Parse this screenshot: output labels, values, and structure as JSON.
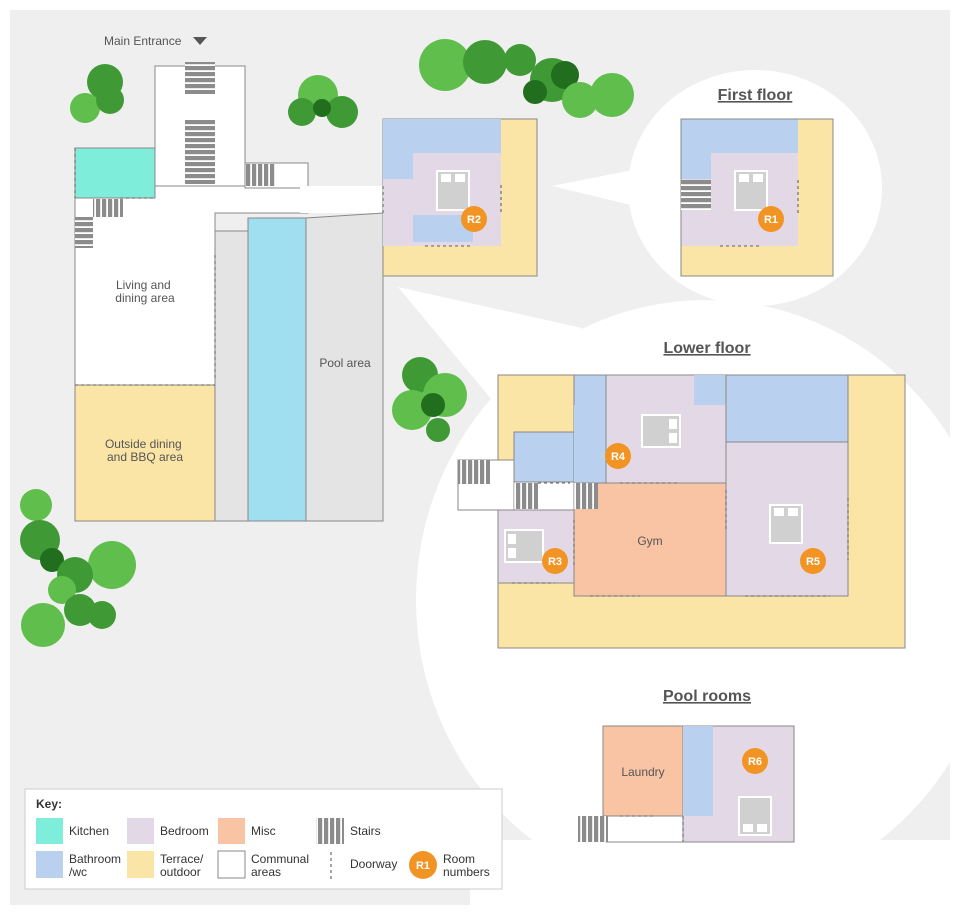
{
  "labels": {
    "main_entrance": "Main Entrance",
    "living": [
      "Living and",
      "dining area"
    ],
    "outside_dining": [
      "Outside dining",
      "and BBQ area"
    ],
    "pool_area": "Pool area",
    "gym": "Gym",
    "laundry": "Laundry"
  },
  "sections": {
    "first_floor": "First floor",
    "lower_floor": "Lower floor",
    "pool_rooms": "Pool rooms"
  },
  "rooms": {
    "r1": "R1",
    "r2": "R2",
    "r3": "R3",
    "r4": "R4",
    "r5": "R5",
    "r6": "R6"
  },
  "key": {
    "title": "Key:",
    "kitchen": "Kitchen",
    "bedroom": "Bedroom",
    "misc": "Misc",
    "stairs": "Stairs",
    "bathroom": [
      "Bathroom",
      "/wc"
    ],
    "terrace": [
      "Terrace/",
      "outdoor"
    ],
    "communal": [
      "Communal",
      "areas"
    ],
    "doorway": "Doorway",
    "room_badge": "R1",
    "room_numbers": [
      "Room",
      "numbers"
    ]
  },
  "colors": {
    "background": "#efefef",
    "kitchen": "#7eeedb",
    "bathroom": "#b9d1ee",
    "bedroom": "#e3d9e6",
    "misc": "#f9c4a4",
    "terrace": "#fbe5a6",
    "communal": "#ffffff",
    "corridor": "#e4e4e4",
    "pool": "#9fdff0",
    "badge": "#f29424",
    "tree_light": "#5fbe4c",
    "tree_mid": "#3f9a36",
    "tree_dark": "#216e1e"
  }
}
